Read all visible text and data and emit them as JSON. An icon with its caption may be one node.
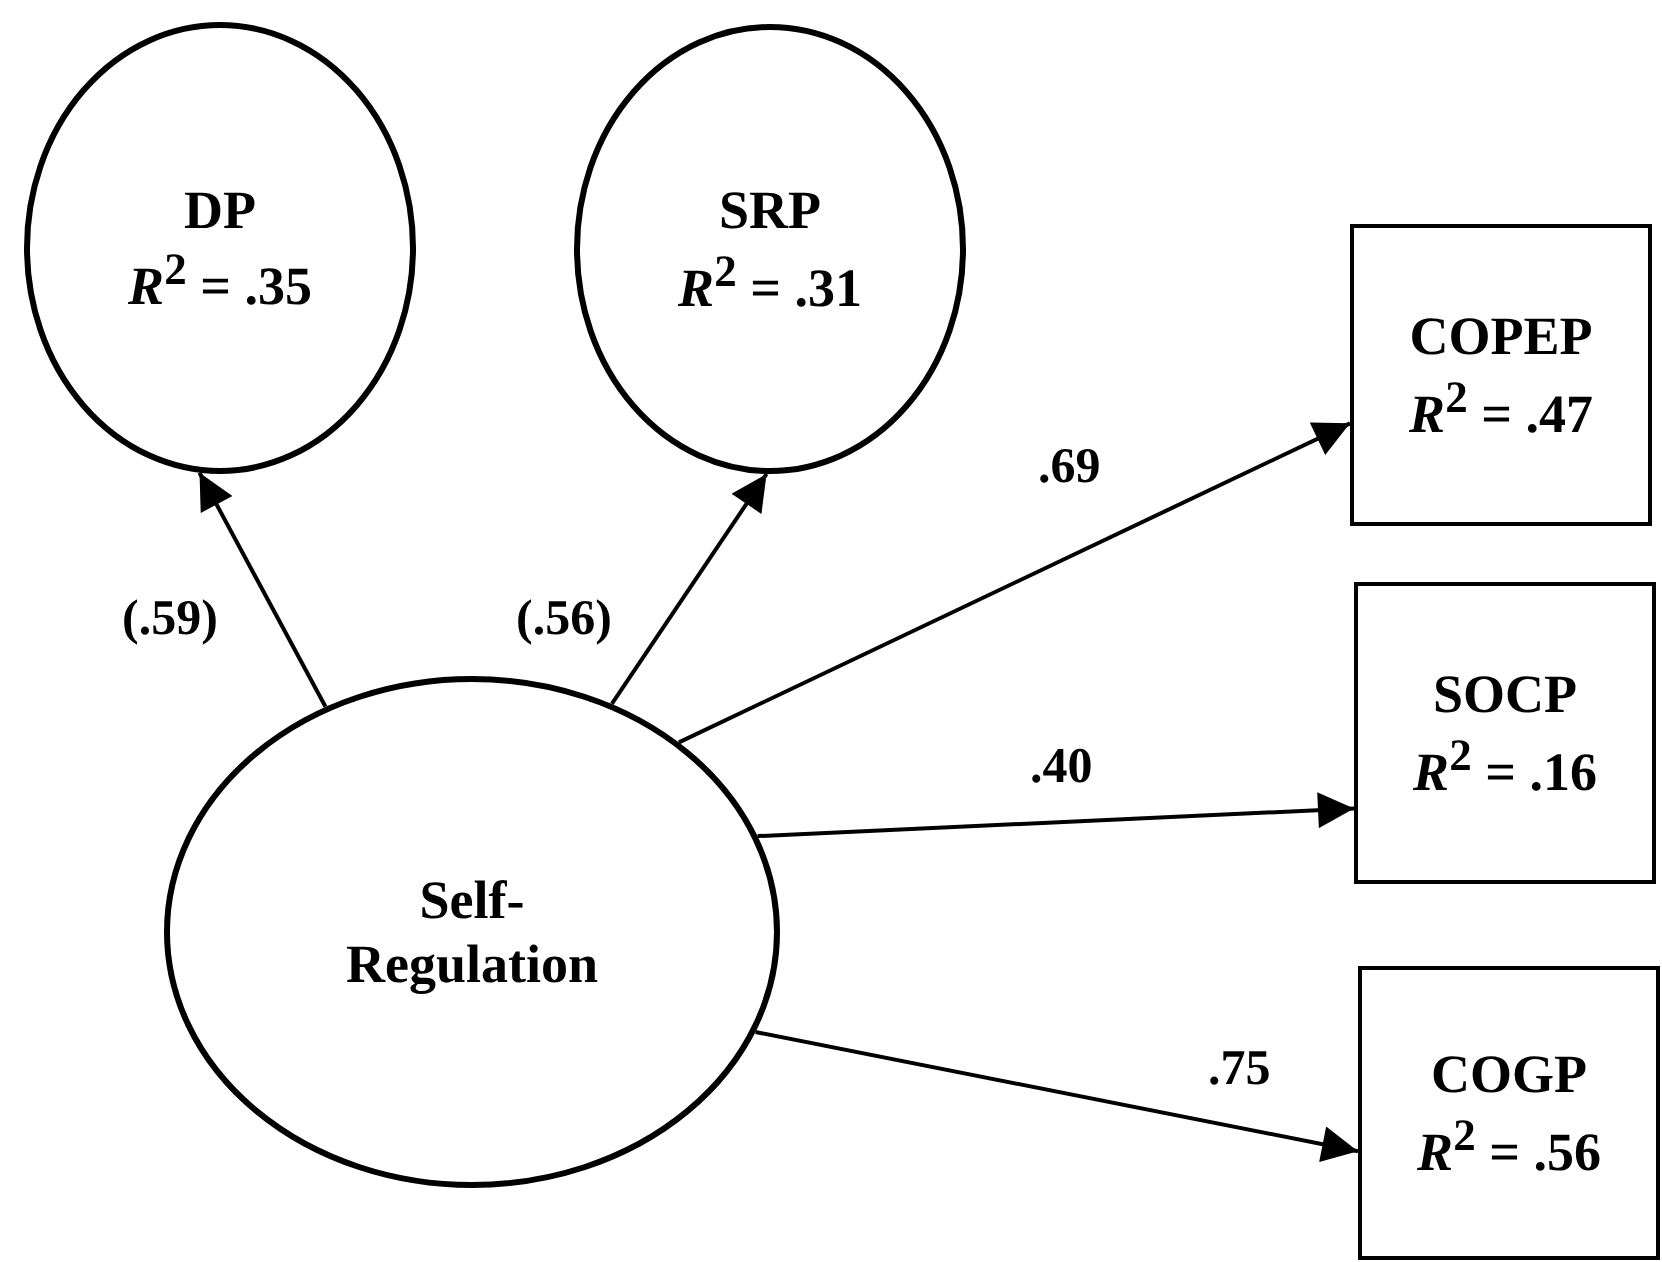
{
  "diagram": {
    "nodes": [
      {
        "text": [
          "DP",
          "*R*$^{2}$ = .35"
        ]
      },
      {
        "text": [
          "SRP",
          "*R*$^{2}$ = .31"
        ]
      },
      {
        "text": [
          "COPEP",
          "*R*$^{2}$ = .47"
        ]
      },
      {
        "text": [
          "SOCP",
          "*R*$^{2}$ = .16"
        ]
      },
      {
        "text": [
          "Self- Regulation"
        ]
      },
      {
        "text": [
          "COGP",
          "*R*$^{2}$ = .56"
        ]
      }
    ],
    "edges": [
      {
        "from": 4,
        "to": 0,
        "arrow": "to",
        "label": "(.59)"
      },
      {
        "from": 4,
        "to": 1,
        "arrow": "to",
        "label": "(.56)"
      },
      {
        "from": 4,
        "to": 2,
        "arrow": "to",
        "label": ".69"
      },
      {
        "from": 4,
        "to": 3,
        "arrow": "to",
        "label": ".40"
      },
      {
        "from": 4,
        "to": 5,
        "arrow": "to",
        "label": ".75"
      }
    ]
  }
}
